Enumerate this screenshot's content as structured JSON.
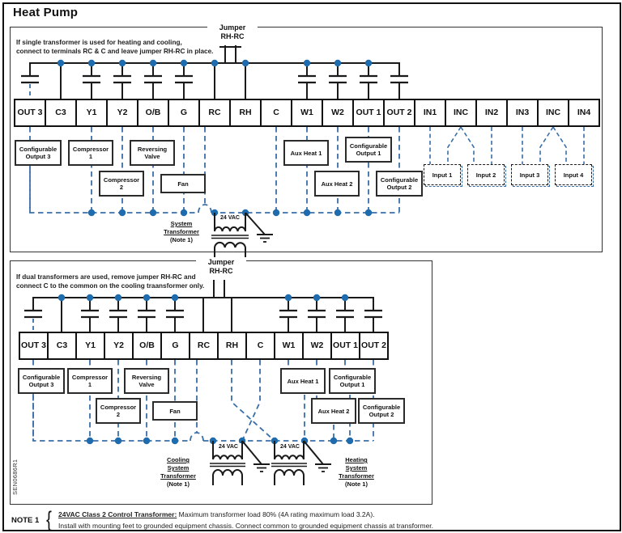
{
  "title": "Heat Pump",
  "colors": {
    "wire": "#1a1a1a",
    "dashed_blue": "#3a6fa8",
    "junction_dot": "#1e6cae"
  },
  "diagram_top": {
    "note_line1": "If single transformer is used for heating and cooling,",
    "note_line2": "connect to terminals RC & C and leave jumper RH-RC in place.",
    "jumper_line1": "Jumper",
    "jumper_line2": "RH-RC",
    "terminals": [
      "OUT 3",
      "C3",
      "Y1",
      "Y2",
      "O/B",
      "G",
      "RC",
      "RH",
      "C",
      "W1",
      "W2",
      "OUT 1",
      "OUT 2",
      "IN1",
      "INC",
      "IN2",
      "IN3",
      "INC",
      "IN4"
    ],
    "devices": [
      "Configurable Output 3",
      "Compressor 1",
      "Compressor 2",
      "Reversing Valve",
      "Fan",
      "Aux Heat 1",
      "Aux Heat 2",
      "Configurable Output 1",
      "Configurable Output 2"
    ],
    "inputs": [
      "Input 1",
      "Input 2",
      "Input 3",
      "Input 4"
    ],
    "transformer": {
      "vac": "24 VAC",
      "name1": "System",
      "name2": "Transformer",
      "note": "(Note 1)"
    }
  },
  "diagram_bottom": {
    "note_line1": "If dual transformers are used, remove jumper RH-RC and",
    "note_line2": "connect C to the common on the cooling traansformer only.",
    "jumper_line1": "Jumper",
    "jumper_line2": "RH-RC",
    "terminals": [
      "OUT 3",
      "C3",
      "Y1",
      "Y2",
      "O/B",
      "G",
      "RC",
      "RH",
      "C",
      "W1",
      "W2",
      "OUT 1",
      "OUT 2"
    ],
    "devices": [
      "Configurable Output 3",
      "Compressor 1",
      "Compressor 2",
      "Reversing Valve",
      "Fan",
      "Aux Heat 1",
      "Aux Heat 2",
      "Configurable Output 1",
      "Configurable Output 2"
    ],
    "cooling_transformer": {
      "vac": "24 VAC",
      "name1": "Cooling",
      "name2": "System",
      "name3": "Transformer",
      "note": "(Note 1)"
    },
    "heating_transformer": {
      "vac": "24 VAC",
      "name1": "Heating",
      "name2": "System",
      "name3": "Transformer",
      "note": "(Note 1)"
    },
    "doc_code": "SEN0686R1"
  },
  "footer": {
    "note_label": "NOTE 1",
    "line1_title": "24VAC Class 2 Control Transformer:",
    "line1_text": "  Maximum transformer load 80% (4A rating maximum load 3.2A).",
    "line2_text": "Install with mounting feet to grounded equipment chassis. Connect common to grounded equipment chassis at transformer."
  }
}
